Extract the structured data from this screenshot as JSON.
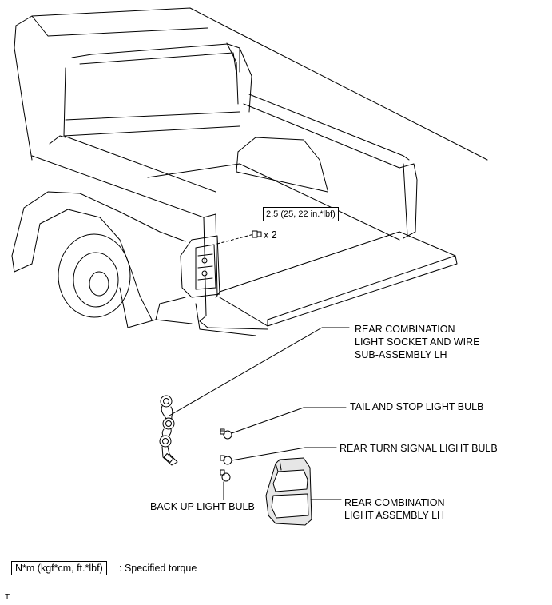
{
  "torque": {
    "value_box": "2.5 (25, 22 in.*lbf)",
    "quantity": "x 2"
  },
  "callouts": {
    "socket_wire": [
      "REAR COMBINATION",
      "LIGHT SOCKET AND WIRE",
      "SUB-ASSEMBLY LH"
    ],
    "tail_stop": "TAIL AND STOP LIGHT BULB",
    "turn_signal": "REAR TURN SIGNAL LIGHT BULB",
    "back_up": "BACK UP LIGHT BULB",
    "light_assembly": [
      "REAR COMBINATION",
      "LIGHT ASSEMBLY LH"
    ]
  },
  "legend": {
    "unit_box": "N*m (kgf*cm, ft.*lbf)",
    "description": ": Specified torque"
  },
  "corner_mark": "T",
  "colors": {
    "line": "#000000",
    "background": "#ffffff",
    "lamp_fill": "#e6e6e6"
  }
}
